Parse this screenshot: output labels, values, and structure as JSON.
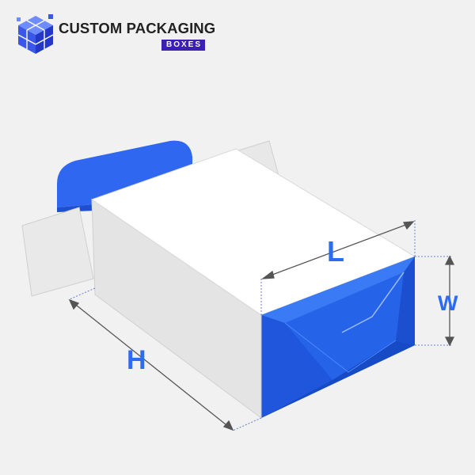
{
  "brand": {
    "title": "CUSTOM PACKAGING",
    "subtitle": "BOXES",
    "accent": "#3c1fb5"
  },
  "dimensions": {
    "length_label": "L",
    "width_label": "W",
    "height_label": "H"
  },
  "colors": {
    "background": "#f1f1f1",
    "box_white": "#ffffff",
    "box_side": "#e6e6e6",
    "flap_blue": "#2f67f0",
    "dimension_blue": "#2c6cf0",
    "guide_line": "#6b7fd6"
  },
  "icons": [
    "cube-logo-icon"
  ]
}
